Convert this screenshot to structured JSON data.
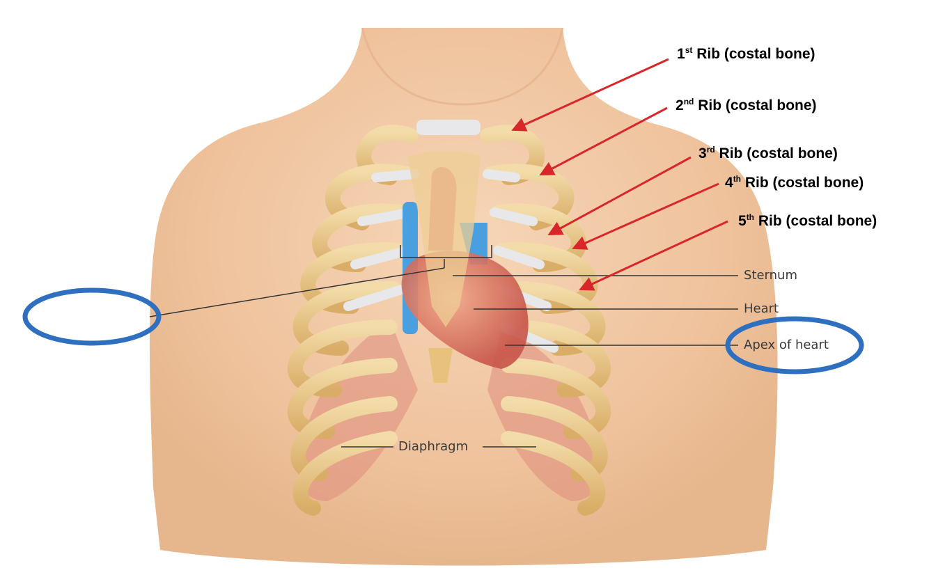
{
  "rib_labels": [
    {
      "num": "1",
      "suffix": "st",
      "text": "Rib (costal bone)"
    },
    {
      "num": "2",
      "suffix": "nd",
      "text": "Rib (costal bone)"
    },
    {
      "num": "3",
      "suffix": "rd",
      "text": "Rib (costal bone)"
    },
    {
      "num": "4",
      "suffix": "th",
      "text": "Rib (costal bone)"
    },
    {
      "num": "5",
      "suffix": "th",
      "text": "Rib (costal bone)"
    }
  ],
  "anatomy_labels": {
    "sternum": "Sternum",
    "heart": "Heart",
    "apex": "Apex of heart",
    "diaphragm": "Diaphragm"
  },
  "colors": {
    "arrow": "#d9262b",
    "circle": "#2f6fbf",
    "skin": "#f1c9a6",
    "bone": "#e6c283",
    "cartilage": "#e8e8ea",
    "leader": "#333333"
  }
}
